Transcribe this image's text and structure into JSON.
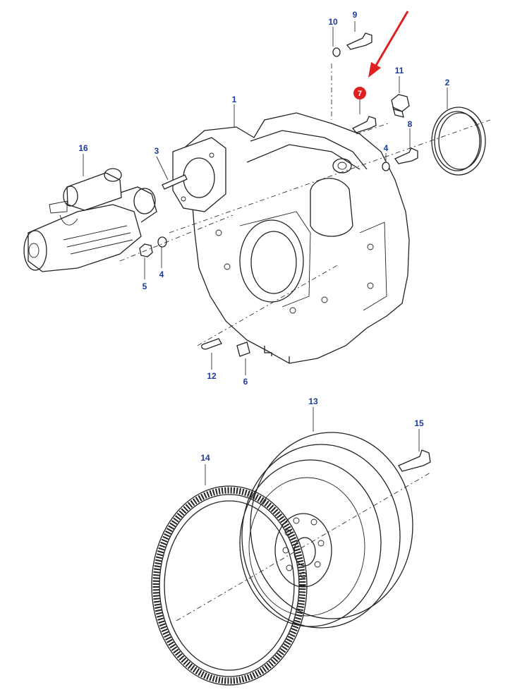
{
  "callouts": {
    "c1": "1",
    "c2": "2",
    "c3": "3",
    "c4a": "4",
    "c4b": "4",
    "c5": "5",
    "c6": "6",
    "c7": "7",
    "c8": "8",
    "c9": "9",
    "c10": "10",
    "c11": "11",
    "c12": "12",
    "c13": "13",
    "c14": "14",
    "c15": "15",
    "c16": "16"
  },
  "highlight": {
    "part": "7",
    "color": "#e02020"
  },
  "callout_color": "#1a3c9c"
}
